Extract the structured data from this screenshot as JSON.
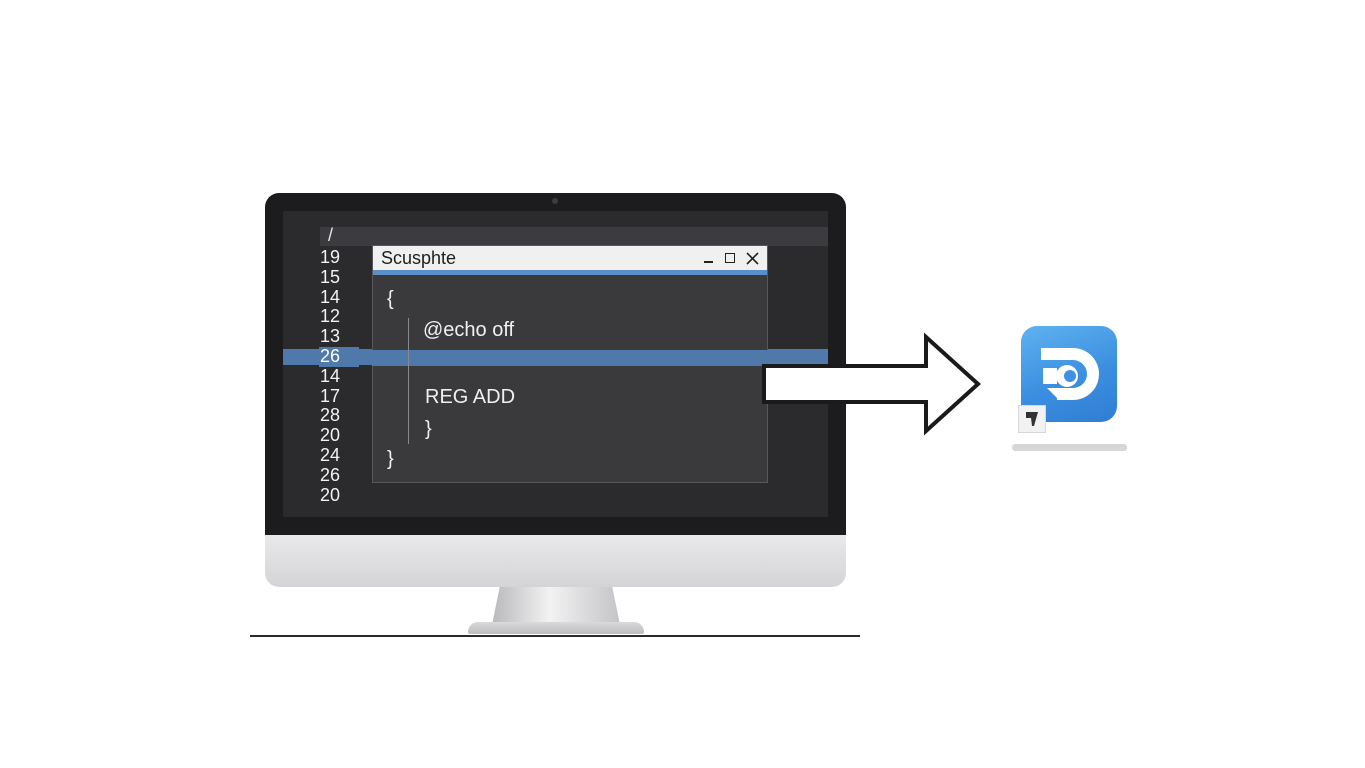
{
  "editor": {
    "top_marker": "/",
    "line_numbers": [
      "19",
      "15",
      "14",
      "12",
      "13",
      "26",
      "14",
      "17",
      "28",
      "20",
      "24",
      "26",
      "20"
    ],
    "active_line_index": 5
  },
  "window": {
    "title": "Scusphte",
    "controls": {
      "minimize": "–",
      "close": "✕"
    },
    "code": {
      "open_brace": "{",
      "line1": "@echo off",
      "line2": "REG ADD",
      "inner_close": "}",
      "outer_close": "}"
    }
  },
  "icons": {
    "arrow": "right-arrow-icon",
    "app": "app-icon",
    "badge": "shortcut-badge-icon"
  },
  "colors": {
    "selection": "#4f79ab",
    "title_accent": "#5c8fc9",
    "app_icon": "#3c8fe0"
  }
}
